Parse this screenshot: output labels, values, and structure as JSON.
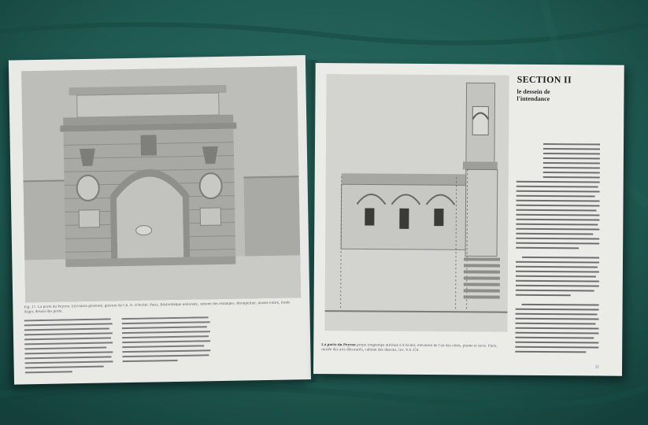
{
  "book": {
    "left_page": {
      "figure_caption": "Fig. 17. La porte du Peyrou. Élévation générale, gravure de Ch. A. d'Aviler. Paris, Bibliothèque nationale, cabinet des estampes. Montpellier, musée Fabre, fonds Atger, dessin des porte.",
      "body_text_visible": false
    },
    "right_page": {
      "section_title": "SECTION II",
      "section_subtitle_line1": "le dessein de",
      "section_subtitle_line2": "l'intendance",
      "figure_caption_bold": "La porte du Peyrou",
      "figure_caption_rest": "projet longtemps attribué à d'Aviler, élévation de l'un des côtés, plume et lavis. Paris, musée des arts décoratifs, cabinet des dessins, inv. 9 A 154.",
      "page_number": "21"
    }
  },
  "colors": {
    "cloth": "#1f5a52",
    "page": "#e9e9e6",
    "ink": "#3a3a3a"
  }
}
